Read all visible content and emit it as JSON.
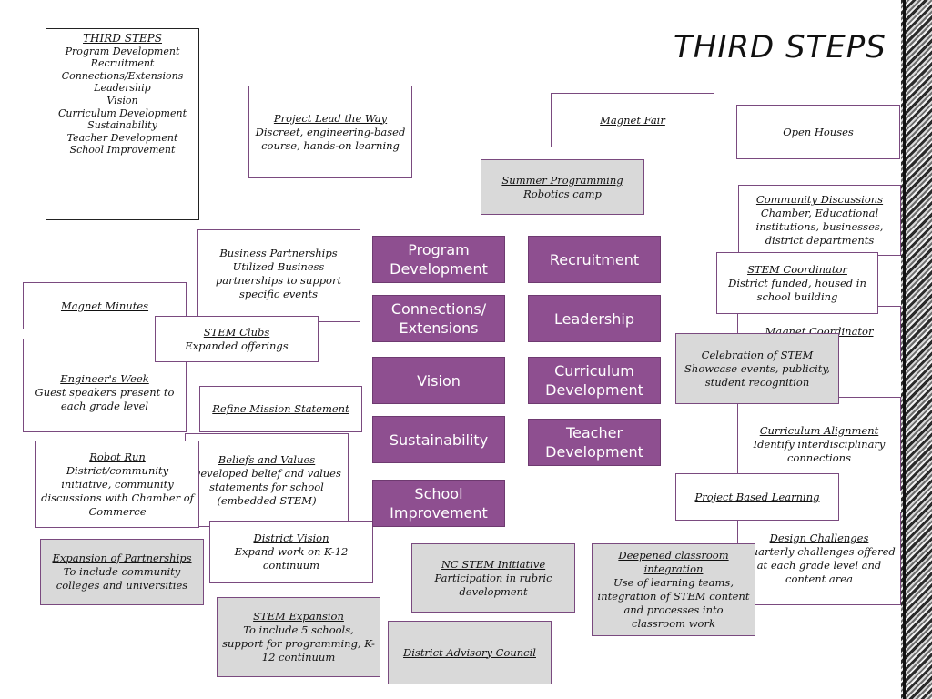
{
  "title": "THIRD STEPS",
  "summary": {
    "heading": "THIRD STEPS",
    "items": [
      "Program Development",
      "Recruitment",
      "Connections/Extensions",
      "Leadership",
      "Vision",
      "Curriculum Development",
      "Sustainability",
      "Teacher Development",
      "School Improvement"
    ]
  },
  "center": {
    "program_development": "Program\nDevelopment",
    "recruitment": "Recruitment",
    "connections_extensions": "Connections/\nExtensions",
    "leadership": "Leadership",
    "vision": "Vision",
    "curriculum_development": "Curriculum\nDevelopment",
    "sustainability": "Sustainability",
    "teacher_development": "Teacher\nDevelopment",
    "school_improvement": "School\nImprovement"
  },
  "boxes": {
    "project_lead": {
      "heading": "Project Lead the Way",
      "body": "Discreet, engineering-based course, hands-on learning"
    },
    "magnet_fair": {
      "heading": "Magnet Fair",
      "body": ""
    },
    "open_houses": {
      "heading": "Open Houses",
      "body": ""
    },
    "summer_programming": {
      "heading": "Summer Programming",
      "body": "Robotics camp"
    },
    "community_discussions": {
      "heading": "Community Discussions",
      "body": "Chamber, Educational institutions, businesses, district departments"
    },
    "business_partnerships": {
      "heading": "Business Partnerships",
      "body": "Utilized Business partnerships to support specific events"
    },
    "stem_coordinator": {
      "heading": "STEM Coordinator",
      "body": "District funded, housed in school building"
    },
    "magnet_minutes": {
      "heading": "Magnet Minutes",
      "body": ""
    },
    "magnet_coordinator": {
      "heading": "Magnet Coordinator",
      "body": ""
    },
    "stem_clubs": {
      "heading": "STEM Clubs",
      "body": "Expanded offerings"
    },
    "celebration_stem": {
      "heading": "Celebration of STEM",
      "body": "Showcase events, publicity, student recognition"
    },
    "engineers_week": {
      "heading": "Engineer's Week",
      "body": "Guest speakers present to each grade level"
    },
    "refine_mission": {
      "heading": "Refine Mission Statement",
      "body": ""
    },
    "curriculum_alignment": {
      "heading": "Curriculum Alignment",
      "body": "Identify interdisciplinary connections"
    },
    "robot_run": {
      "heading": "Robot Run",
      "body": "District/community initiative, community discussions with Chamber of Commerce"
    },
    "beliefs_values": {
      "heading": "Beliefs and Values",
      "body": "Developed belief and values statements for school (embedded STEM)"
    },
    "project_based": {
      "heading": "Project Based Learning",
      "body": ""
    },
    "district_vision": {
      "heading": "District Vision",
      "body": "Expand work on K-12 continuum"
    },
    "design_challenges": {
      "heading": "Design Challenges",
      "body": "Quarterly challenges offered at each grade level and content area"
    },
    "expansion_partnerships": {
      "heading": "Expansion of Partnerships",
      "body": "To include community colleges and universities"
    },
    "nc_stem": {
      "heading": "NC STEM Initiative",
      "body": "Participation in rubric development"
    },
    "deepened_integration": {
      "heading": "Deepened classroom integration",
      "body": "Use of learning teams, integration of STEM content and processes into classroom work"
    },
    "stem_expansion": {
      "heading": "STEM Expansion",
      "body": "To include 5 schools, support for programming, K-12 continuum"
    },
    "district_advisory": {
      "heading": "District Advisory Council",
      "body": ""
    }
  },
  "colors": {
    "center_fill": "#8e4f90",
    "gray_fill": "#d9d9d9",
    "border": "#7a4a7f"
  }
}
